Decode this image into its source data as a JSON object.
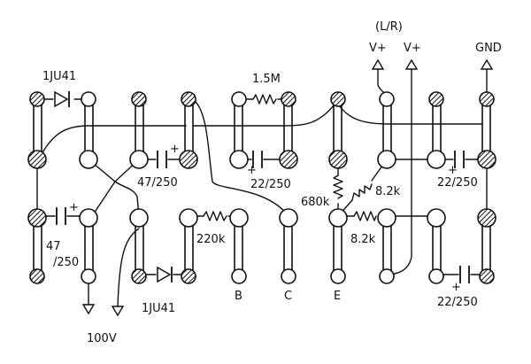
{
  "labels": {
    "lr": "(L/R)",
    "vplus1": "V+",
    "vplus2": "V+",
    "gnd": "GND",
    "diode_top": "1JU41",
    "diode_bottom": "1JU41",
    "r_1_5m": "1.5M",
    "c_47_250_mid": "47/250",
    "c_22_250_mid": "22/250",
    "c_22_250_right_top": "22/250",
    "c_22_250_right_bottom": "22/250",
    "c_47_250_left_a": "47",
    "c_47_250_left_b": "/250",
    "r_220k": "220k",
    "r_680k": "680k",
    "r_8_2k_top": "8.2k",
    "r_8_2k_bottom": "8.2k",
    "pin_b": "B",
    "pin_c": "C",
    "pin_e": "E",
    "supply_100v": "100V",
    "plus_sign": "+"
  }
}
